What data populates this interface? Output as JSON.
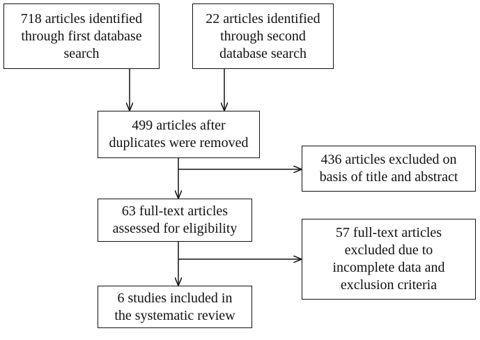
{
  "flowchart": {
    "boxes": {
      "identified_first": {
        "lines": [
          "718 articles identified",
          "through first database",
          "search"
        ]
      },
      "identified_second": {
        "lines": [
          "22 articles identified",
          "through second",
          "database search"
        ]
      },
      "after_duplicates": {
        "lines": [
          "499 articles after",
          "duplicates were removed"
        ]
      },
      "excluded_title_abstract": {
        "lines": [
          "436 articles excluded on",
          "basis of title and abstract"
        ]
      },
      "full_text_assessed": {
        "lines": [
          "63 full-text articles",
          "assessed for eligibility"
        ]
      },
      "excluded_full_text": {
        "lines": [
          "57 full-text articles",
          "excluded due to",
          "incomplete data and",
          "exclusion criteria"
        ]
      },
      "included": {
        "lines": [
          "6 studies included in",
          "the systematic review"
        ]
      }
    }
  }
}
